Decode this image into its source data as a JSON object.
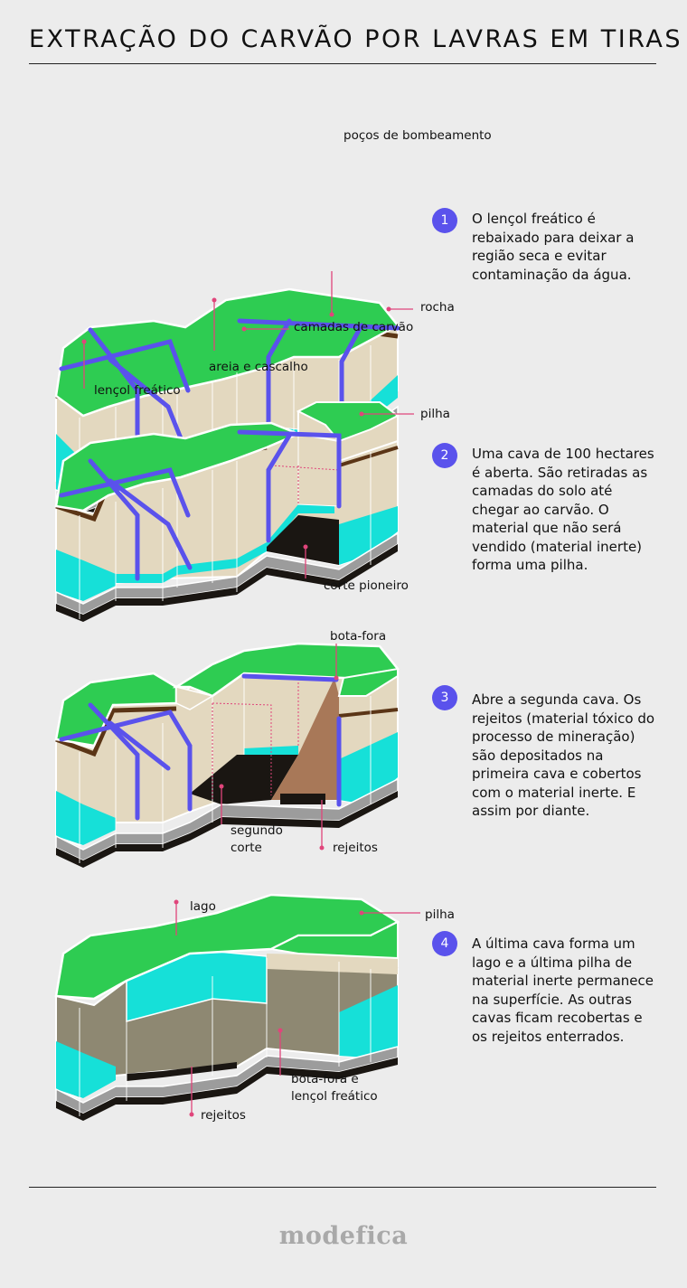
{
  "title": "EXTRAÇÃO DO CARVÃO POR LAVRAS EM TIRAS",
  "logo": "modefica",
  "colors": {
    "grass": "#2ecc52",
    "sand": "#e3d8bf",
    "water": "#16e0d8",
    "coal": "#1a1612",
    "rock": "#9c9c9c",
    "pipe": "#5a52ec",
    "tailings": "#a87858",
    "backfill": "#8e8872",
    "accent": "#e0457b"
  },
  "steps": [
    {
      "number": "1",
      "text": "O lençol freático é rebaixado para deixar a região seca e evitar contaminação da água.",
      "labels": {
        "pocos": "poços de bombeamento",
        "rocha": "rocha",
        "camadas": "camadas de carvão",
        "areia": "areia e cascalho",
        "lencol": "lençol freático"
      }
    },
    {
      "number": "2",
      "text": "Uma cava de 100 hectares é aberta. São retiradas as camadas do solo até chegar ao carvão. O material que não será vendido (material inerte) forma uma pilha.",
      "labels": {
        "pilha": "pilha",
        "corte": "corte pioneiro"
      }
    },
    {
      "number": "3",
      "text": "Abre a segunda cava. Os rejeitos (material tóxico do processo de mineração) são depositados na primeira cava e cobertos com o material inerte. E assim por diante.",
      "labels": {
        "botafora": "bota-fora",
        "segundo_line1": "segundo",
        "segundo_line2": "corte",
        "rejeitos": "rejeitos"
      }
    },
    {
      "number": "4",
      "text": "A última cava forma um lago e a última pilha de material inerte permanece na superfície. As outras cavas ficam recobertas e os rejeitos enterrados.",
      "labels": {
        "lago": "lago",
        "pilha": "pilha",
        "botafora_line1": "bota-fora e",
        "botafora_line2": "lençol freático",
        "rejeitos": "rejeitos"
      }
    }
  ]
}
